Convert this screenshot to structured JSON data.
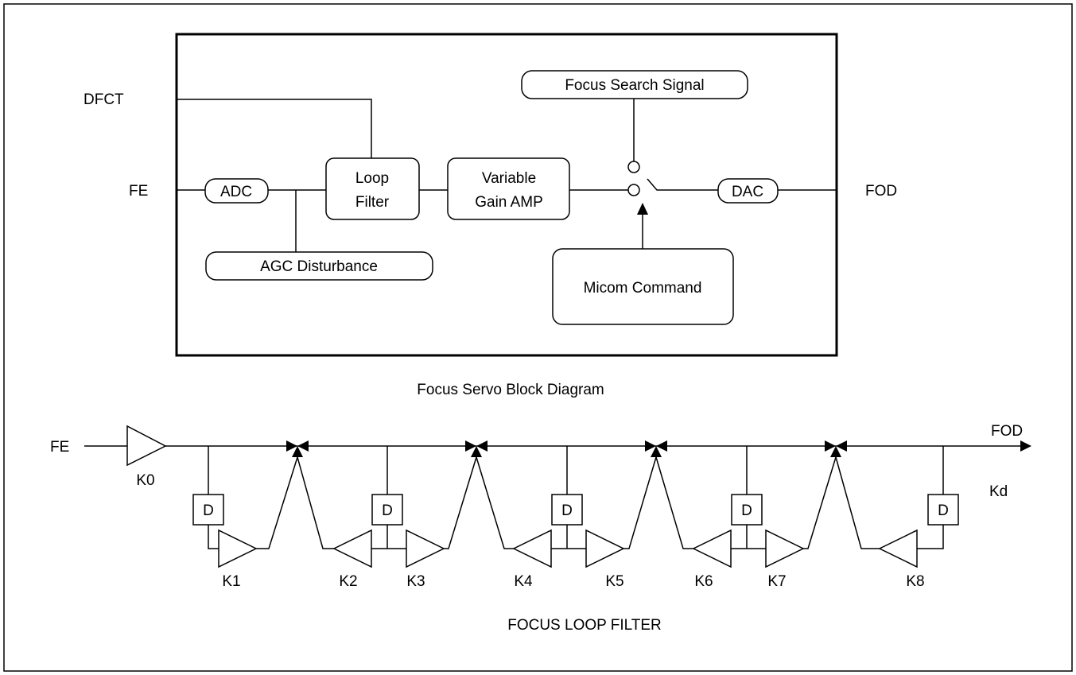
{
  "block_diagram": {
    "inputs": {
      "dfct": "DFCT",
      "fe": "FE"
    },
    "output": "FOD",
    "adc": "ADC",
    "loop_filter": [
      "Loop",
      "Filter"
    ],
    "vga": [
      "Variable",
      "Gain AMP"
    ],
    "agc": "AGC Disturbance",
    "focus_search": "Focus Search Signal",
    "dac": "DAC",
    "micom": "Micom Command",
    "caption": "Focus Servo Block Diagram"
  },
  "loop_filter": {
    "input": "FE",
    "output": "FOD",
    "gain_labels": {
      "k0": "K0",
      "k1": "K1",
      "k2": "K2",
      "k3": "K3",
      "k4": "K4",
      "k5": "K5",
      "k6": "K6",
      "k7": "K7",
      "k8": "K8",
      "kd": "Kd"
    },
    "delay_label": "D",
    "caption": "FOCUS LOOP FILTER"
  }
}
